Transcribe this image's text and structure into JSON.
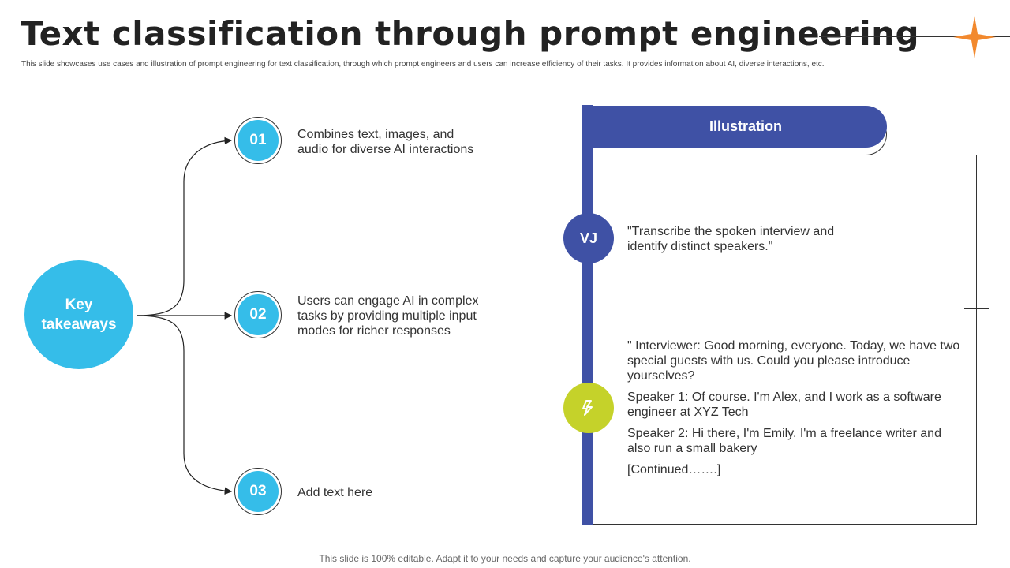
{
  "title": "Text classification through prompt engineering",
  "subtitle": "This slide showcases use cases and illustration of prompt engineering for text classification, through which prompt engineers and users can increase efficiency of their tasks. It provides information about AI, diverse interactions, etc.",
  "key": {
    "line1": "Key",
    "line2": "takeaways"
  },
  "points": [
    {
      "num": "01",
      "text": "Combines text, images, and audio for diverse AI interactions"
    },
    {
      "num": "02",
      "text": "Users can engage AI in complex tasks by providing multiple input modes for richer responses"
    },
    {
      "num": "03",
      "text": "Add text here"
    }
  ],
  "illustration": {
    "header": "Illustration",
    "user_initials": "VJ",
    "user_prompt": "\"Transcribe the spoken interview and identify distinct speakers.\"",
    "response": [
      "\" Interviewer:  Good morning, everyone. Today, we have two special guests with us. Could you please introduce yourselves?",
      "Speaker 1: Of course. I'm Alex, and I work as a software engineer at XYZ Tech",
      "Speaker 2: Hi there, I'm Emily. I'm a freelance writer and also run a small bakery",
      "[Continued…….]"
    ]
  },
  "footer": "This slide is 100% editable. Adapt it to your needs and capture your audience's attention.",
  "colors": {
    "accent_blue": "#35bde9",
    "navy": "#3f51a5",
    "lime": "#c5d22a",
    "star_orange": "#f2892e"
  },
  "icons": {
    "star": "four-point-star-icon",
    "bot": "chatbot-pen-icon"
  }
}
